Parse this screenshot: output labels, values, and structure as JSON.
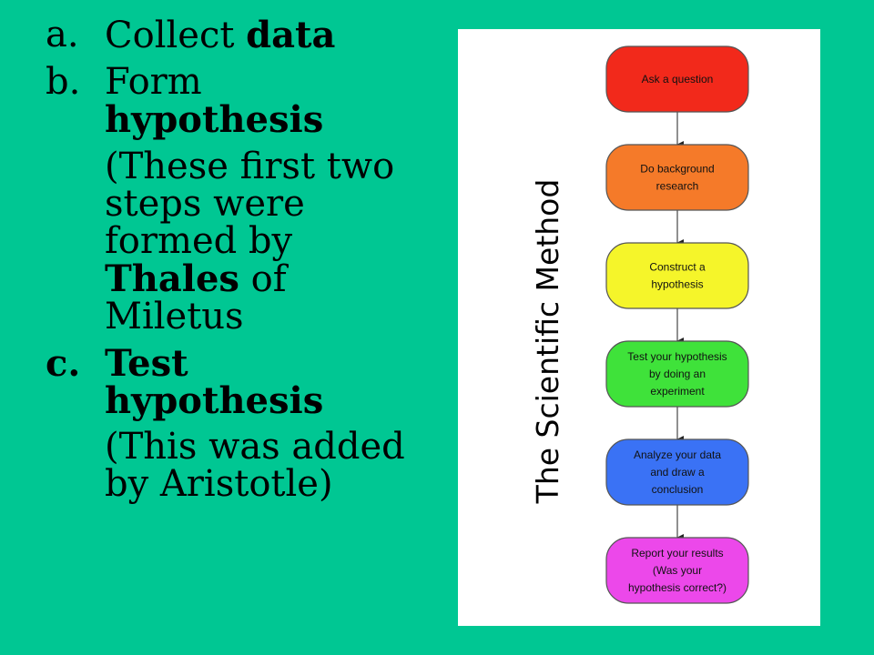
{
  "steps": {
    "a": {
      "marker": "a.",
      "text_plain": "Collect ",
      "text_bold": "data"
    },
    "b": {
      "marker": "b.",
      "text_plain": "Form",
      "text_bold": "hypothesis"
    },
    "note1": {
      "before": "(These first two steps were formed by ",
      "bold": "Thales",
      "after": " of Miletus"
    },
    "c": {
      "marker": "c.",
      "line1": "Test",
      "line2": "hypothesis"
    },
    "note2": "(This was added by Aristotle)"
  },
  "figure": {
    "title": "The Scientific Method",
    "boxes": [
      {
        "lines": [
          "Ask a question"
        ],
        "color": "#f2291b"
      },
      {
        "lines": [
          "Do background",
          "research"
        ],
        "color": "#f57a29"
      },
      {
        "lines": [
          "Construct a",
          "hypothesis"
        ],
        "color": "#f5f52a"
      },
      {
        "lines": [
          "Test your hypothesis",
          "by doing an",
          "experiment"
        ],
        "color": "#3fe23a"
      },
      {
        "lines": [
          "Analyze your data",
          "and draw a",
          "conclusion"
        ],
        "color": "#3a72f5"
      },
      {
        "lines": [
          "Report your results",
          "(Was your",
          "hypothesis correct?)"
        ],
        "color": "#ec48ea"
      }
    ]
  }
}
